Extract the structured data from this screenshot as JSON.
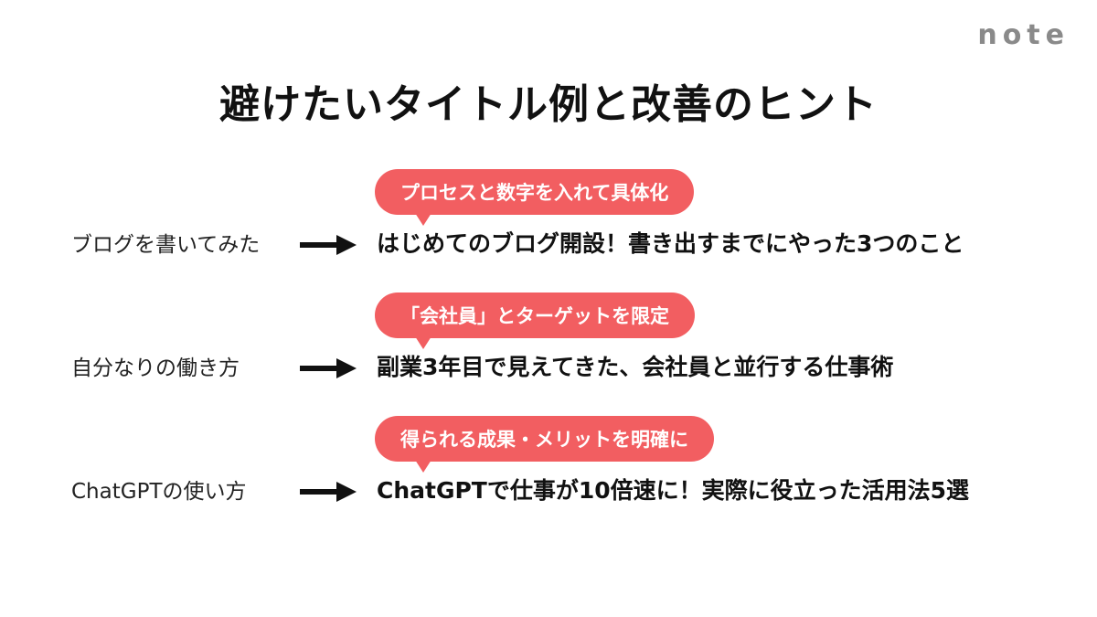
{
  "logo": {
    "text": "note"
  },
  "title": "避けたいタイトル例と改善のヒント",
  "colors": {
    "accent": "#f25e61",
    "text": "#111111",
    "logo": "#8a8a8a"
  },
  "rows": [
    {
      "hint": "プロセスと数字を入れて具体化",
      "before": "ブログを書いてみた",
      "after": "はじめてのブログ開設！書き出すまでにやった3つのこと"
    },
    {
      "hint": "「会社員」とターゲットを限定",
      "before": "自分なりの働き方",
      "after": "副業3年目で見えてきた、会社員と並行する仕事術"
    },
    {
      "hint": "得られる成果・メリットを明確に",
      "before": "ChatGPTの使い方",
      "after": "ChatGPTで仕事が10倍速に！実際に役立った活用法5選"
    }
  ]
}
